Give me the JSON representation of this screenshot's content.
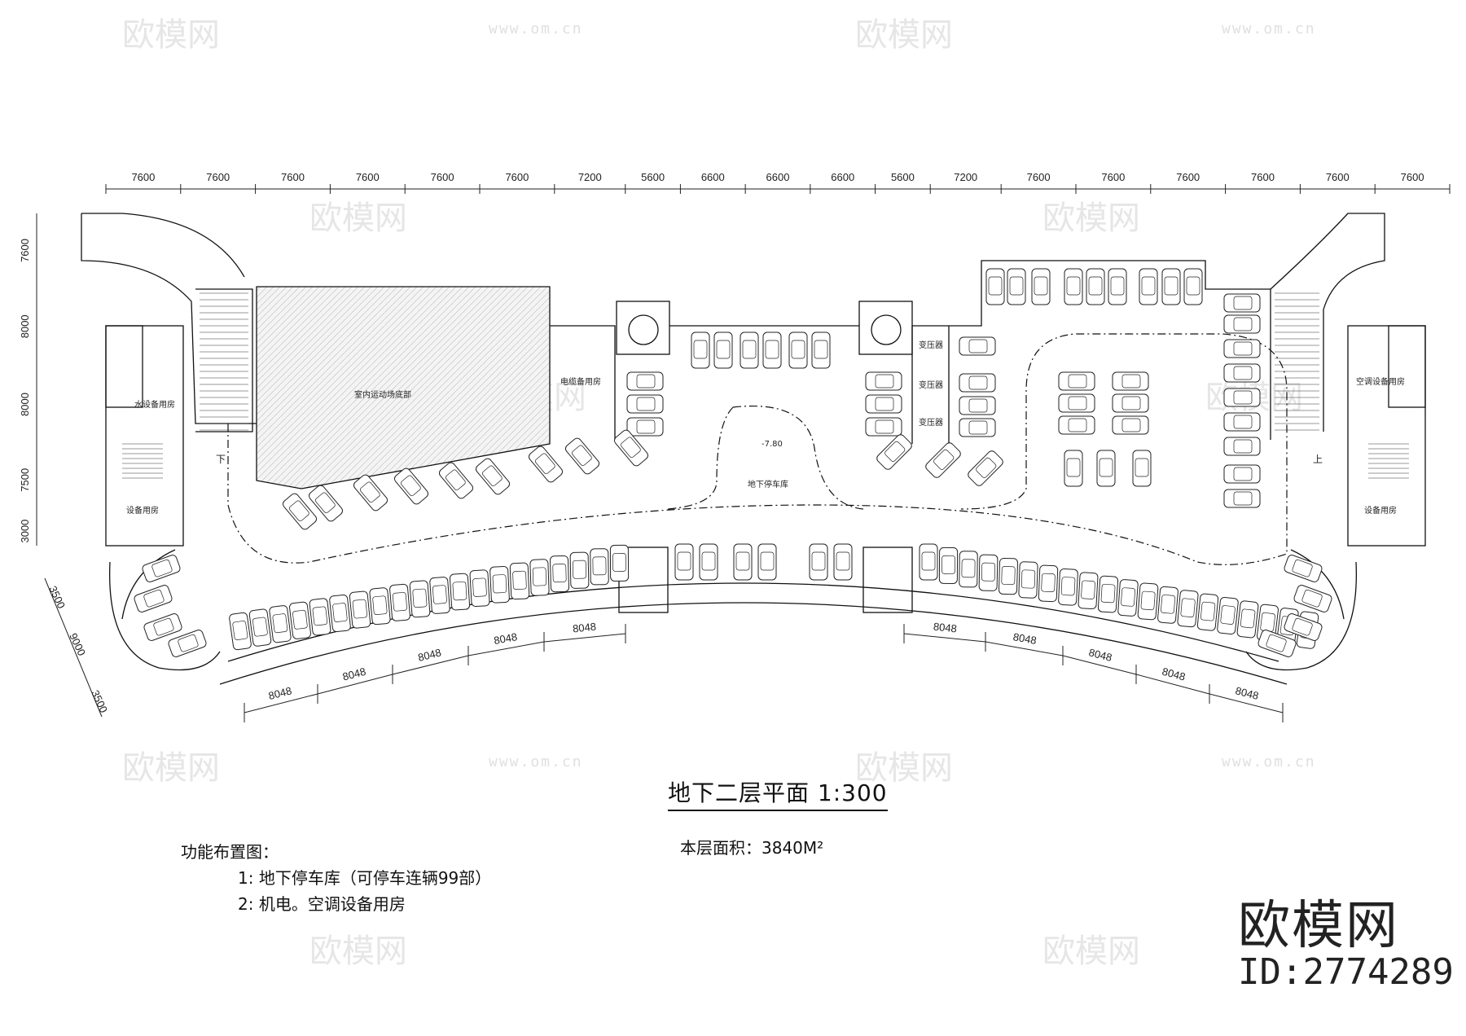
{
  "drawing": {
    "top_dimensions": [
      "7600",
      "7600",
      "7600",
      "7600",
      "7600",
      "7600",
      "7200",
      "5600",
      "6600",
      "6600",
      "6600",
      "5600",
      "7200",
      "7600",
      "7600",
      "7600",
      "7600",
      "7600",
      "7600"
    ],
    "left_dimensions": [
      "7600",
      "8000",
      "8000",
      "7500",
      "3000"
    ],
    "diag_dimensions": [
      "3500",
      "9000",
      "3500"
    ],
    "bottom_left_dimensions": [
      "8048",
      "8048",
      "8048",
      "8048",
      "8048"
    ],
    "bottom_right_dimensions": [
      "8048",
      "8048",
      "8048",
      "8048",
      "8048"
    ],
    "rooms": {
      "sports_club": "室内运动场底部",
      "electric_room": "电缆备用房",
      "water_room": "水设备用房",
      "equipment_left": "设备用房",
      "hvac_room": "空调设备用房",
      "equipment_right": "设备用房",
      "transformer": "变压器",
      "garage": "地下停车库",
      "level": "-7.80",
      "down": "下",
      "up": "上"
    }
  },
  "title": "地下二层平面 1:300",
  "area": "本层面积：3840M²",
  "legend": {
    "heading": "功能布置图：",
    "items": [
      "1: 地下停车库（可停车连辆99部）",
      "2: 机电。空调设备用房"
    ]
  },
  "watermark": {
    "brand": "欧模网",
    "id": "ID:2774289",
    "url": "www.om.cn"
  }
}
